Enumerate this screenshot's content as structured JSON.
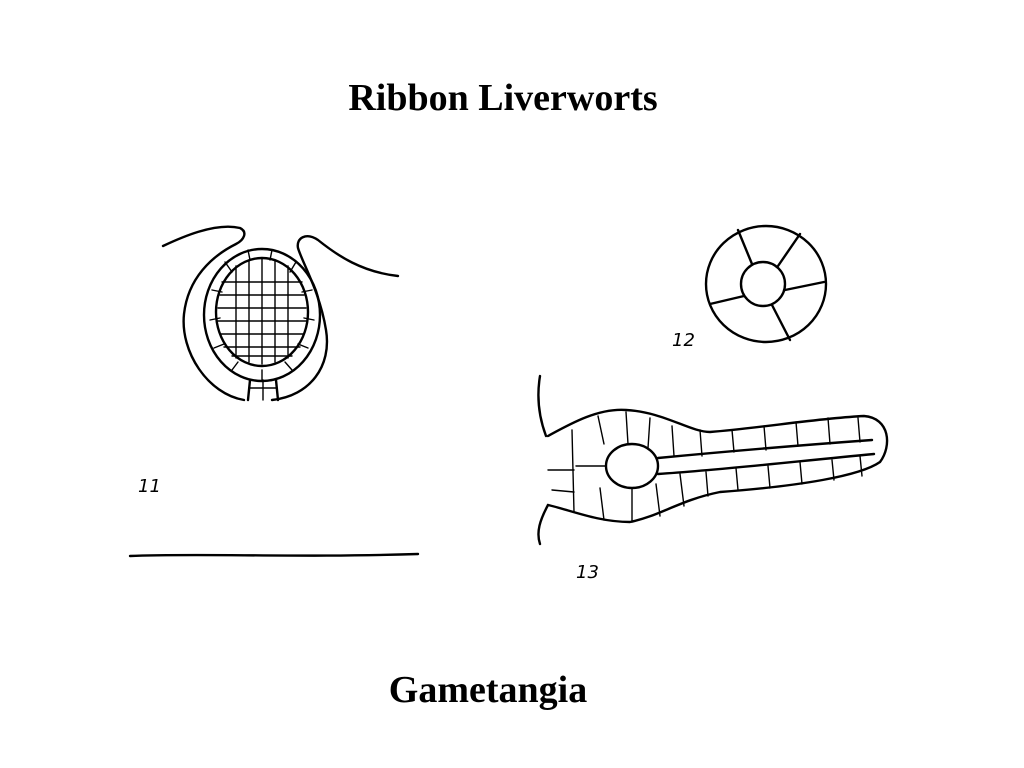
{
  "slide": {
    "title": "Ribbon Liverworts",
    "caption": "Gametangia"
  },
  "figures": [
    {
      "id": "fig-11",
      "label": "11"
    },
    {
      "id": "fig-12",
      "label": "12"
    },
    {
      "id": "fig-13",
      "label": "13"
    }
  ]
}
